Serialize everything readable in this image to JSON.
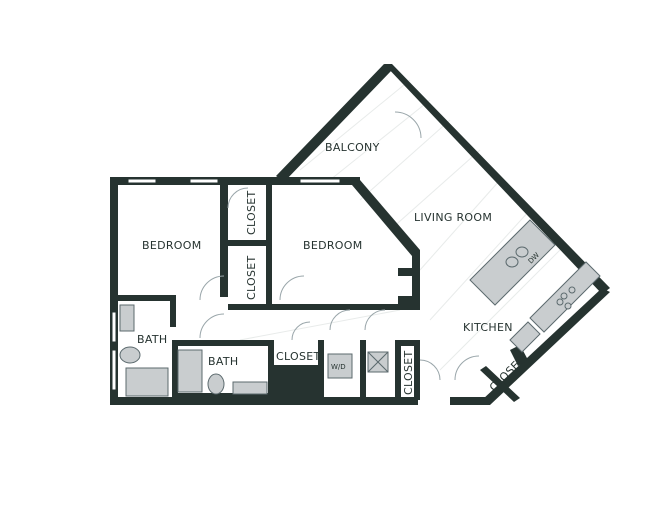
{
  "rooms": {
    "balcony": "BALCONY",
    "living_room": "LIVING ROOM",
    "kitchen": "KITCHEN",
    "bedroom_left": "BEDROOM",
    "bedroom_center": "BEDROOM",
    "bath_left": "BATH",
    "bath_center": "BATH",
    "closet_bedroom_top": "CLOSET",
    "closet_bedroom_bottom": "CLOSET",
    "closet_hall": "CLOSET",
    "closet_entry": "CLOSET",
    "closet_kitchen": "CLOSET"
  },
  "appliances": {
    "washer_dryer": "W/D",
    "dishwasher": "DW"
  },
  "colors": {
    "wall": "#263330",
    "fixture": "#c9cdcf",
    "floor": "#ffffff"
  }
}
